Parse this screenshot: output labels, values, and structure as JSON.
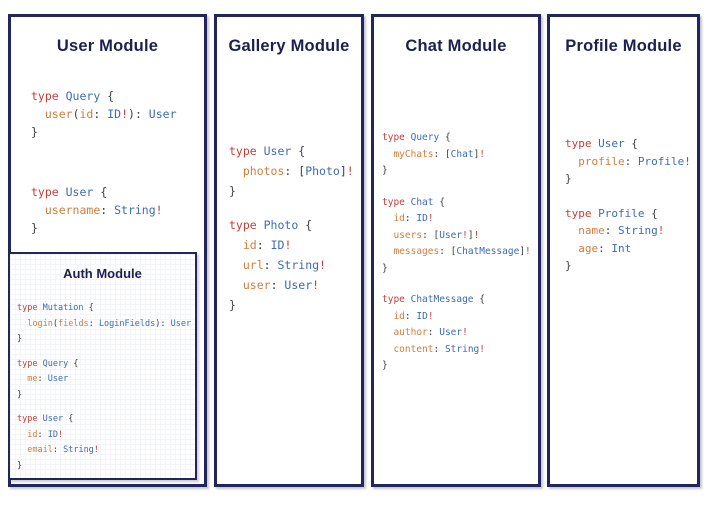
{
  "colors": {
    "border": "#23265a",
    "title": "#1c2050",
    "keyword": "#c0423c",
    "type_name": "#3d6dae",
    "field_name": "#ce7f3f",
    "punctuation": "#3f4147",
    "non_null_bang": "#c0423c"
  },
  "panels": [
    {
      "key": "user",
      "title": "User Module",
      "blocks": [
        [
          [
            [
              "kw",
              "type "
            ],
            [
              "typ",
              "Query "
            ],
            [
              "pln",
              "{"
            ]
          ],
          [
            [
              "pln",
              "  "
            ],
            [
              "fld",
              "user"
            ],
            [
              "pln",
              "("
            ],
            [
              "fld",
              "id"
            ],
            [
              "pln",
              ": "
            ],
            [
              "typ",
              "ID"
            ],
            [
              "bang",
              "!"
            ],
            [
              "pln",
              "): "
            ],
            [
              "typ",
              "User"
            ]
          ],
          [
            [
              "pln",
              "}"
            ]
          ]
        ],
        [
          [
            [
              "kw",
              "type "
            ],
            [
              "typ",
              "User "
            ],
            [
              "pln",
              "{"
            ]
          ],
          [
            [
              "pln",
              "  "
            ],
            [
              "fld",
              "username"
            ],
            [
              "pln",
              ": "
            ],
            [
              "typ",
              "String"
            ],
            [
              "bang",
              "!"
            ]
          ],
          [
            [
              "pln",
              "}"
            ]
          ]
        ]
      ]
    },
    {
      "key": "gallery",
      "title": "Gallery Module",
      "blocks": [
        [
          [
            [
              "kw",
              "type "
            ],
            [
              "typ",
              "User "
            ],
            [
              "pln",
              "{"
            ]
          ],
          [
            [
              "pln",
              "  "
            ],
            [
              "fld",
              "photos"
            ],
            [
              "pln",
              ": ["
            ],
            [
              "typ",
              "Photo"
            ],
            [
              "pln",
              "]"
            ],
            [
              "bang",
              "!"
            ]
          ],
          [
            [
              "pln",
              "}"
            ]
          ]
        ],
        [
          [
            [
              "kw",
              "type "
            ],
            [
              "typ",
              "Photo "
            ],
            [
              "pln",
              "{"
            ]
          ],
          [
            [
              "pln",
              "  "
            ],
            [
              "fld",
              "id"
            ],
            [
              "pln",
              ": "
            ],
            [
              "typ",
              "ID"
            ],
            [
              "bang",
              "!"
            ]
          ],
          [
            [
              "pln",
              "  "
            ],
            [
              "fld",
              "url"
            ],
            [
              "pln",
              ": "
            ],
            [
              "typ",
              "String"
            ],
            [
              "bang",
              "!"
            ]
          ],
          [
            [
              "pln",
              "  "
            ],
            [
              "fld",
              "user"
            ],
            [
              "pln",
              ": "
            ],
            [
              "typ",
              "User"
            ],
            [
              "bang",
              "!"
            ]
          ],
          [
            [
              "pln",
              "}"
            ]
          ]
        ]
      ]
    },
    {
      "key": "chat",
      "title": "Chat Module",
      "blocks": [
        [
          [
            [
              "kw",
              "type "
            ],
            [
              "typ",
              "Query "
            ],
            [
              "pln",
              "{"
            ]
          ],
          [
            [
              "pln",
              "  "
            ],
            [
              "fld",
              "myChats"
            ],
            [
              "pln",
              ": ["
            ],
            [
              "typ",
              "Chat"
            ],
            [
              "pln",
              "]"
            ],
            [
              "bang",
              "!"
            ]
          ],
          [
            [
              "pln",
              "}"
            ]
          ]
        ],
        [
          [
            [
              "kw",
              "type "
            ],
            [
              "typ",
              "Chat "
            ],
            [
              "pln",
              "{"
            ]
          ],
          [
            [
              "pln",
              "  "
            ],
            [
              "fld",
              "id"
            ],
            [
              "pln",
              ": "
            ],
            [
              "typ",
              "ID"
            ],
            [
              "bang",
              "!"
            ]
          ],
          [
            [
              "pln",
              "  "
            ],
            [
              "fld",
              "users"
            ],
            [
              "pln",
              ": ["
            ],
            [
              "typ",
              "User"
            ],
            [
              "bang",
              "!"
            ],
            [
              "pln",
              "]"
            ],
            [
              "bang",
              "!"
            ]
          ],
          [
            [
              "pln",
              "  "
            ],
            [
              "fld",
              "messages"
            ],
            [
              "pln",
              ": ["
            ],
            [
              "typ",
              "ChatMessage"
            ],
            [
              "pln",
              "]"
            ],
            [
              "bang",
              "!"
            ]
          ],
          [
            [
              "pln",
              "}"
            ]
          ]
        ],
        [
          [
            [
              "kw",
              "type "
            ],
            [
              "typ",
              "ChatMessage "
            ],
            [
              "pln",
              "{"
            ]
          ],
          [
            [
              "pln",
              "  "
            ],
            [
              "fld",
              "id"
            ],
            [
              "pln",
              ": "
            ],
            [
              "typ",
              "ID"
            ],
            [
              "bang",
              "!"
            ]
          ],
          [
            [
              "pln",
              "  "
            ],
            [
              "fld",
              "author"
            ],
            [
              "pln",
              ": "
            ],
            [
              "typ",
              "User"
            ],
            [
              "bang",
              "!"
            ]
          ],
          [
            [
              "pln",
              "  "
            ],
            [
              "fld",
              "content"
            ],
            [
              "pln",
              ": "
            ],
            [
              "typ",
              "String"
            ],
            [
              "bang",
              "!"
            ]
          ],
          [
            [
              "pln",
              "}"
            ]
          ]
        ]
      ]
    },
    {
      "key": "profile",
      "title": "Profile Module",
      "blocks": [
        [
          [
            [
              "kw",
              "type "
            ],
            [
              "typ",
              "User "
            ],
            [
              "pln",
              "{"
            ]
          ],
          [
            [
              "pln",
              "  "
            ],
            [
              "fld",
              "profile"
            ],
            [
              "pln",
              ": "
            ],
            [
              "typ",
              "Profile"
            ],
            [
              "bang",
              "!"
            ]
          ],
          [
            [
              "pln",
              "}"
            ]
          ]
        ],
        [
          [
            [
              "kw",
              "type "
            ],
            [
              "typ",
              "Profile "
            ],
            [
              "pln",
              "{"
            ]
          ],
          [
            [
              "pln",
              "  "
            ],
            [
              "fld",
              "name"
            ],
            [
              "pln",
              ": "
            ],
            [
              "typ",
              "String"
            ],
            [
              "bang",
              "!"
            ]
          ],
          [
            [
              "pln",
              "  "
            ],
            [
              "fld",
              "age"
            ],
            [
              "pln",
              ": "
            ],
            [
              "typ",
              "Int"
            ]
          ],
          [
            [
              "pln",
              "}"
            ]
          ]
        ]
      ]
    }
  ],
  "auth_panel": {
    "title": "Auth Module",
    "blocks": [
      [
        [
          [
            "kw",
            "type "
          ],
          [
            "typ",
            "Mutation "
          ],
          [
            "pln",
            "{"
          ]
        ],
        [
          [
            "pln",
            "  "
          ],
          [
            "fld",
            "login"
          ],
          [
            "pln",
            "("
          ],
          [
            "fld",
            "fields"
          ],
          [
            "pln",
            ": "
          ],
          [
            "typ",
            "LoginFields"
          ],
          [
            "pln",
            "): "
          ],
          [
            "typ",
            "User"
          ]
        ],
        [
          [
            "pln",
            "}"
          ]
        ]
      ],
      [
        [
          [
            "kw",
            "type "
          ],
          [
            "typ",
            "Query "
          ],
          [
            "pln",
            "{"
          ]
        ],
        [
          [
            "pln",
            "  "
          ],
          [
            "fld",
            "me"
          ],
          [
            "pln",
            ": "
          ],
          [
            "typ",
            "User"
          ]
        ],
        [
          [
            "pln",
            "}"
          ]
        ]
      ],
      [
        [
          [
            "kw",
            "type "
          ],
          [
            "typ",
            "User "
          ],
          [
            "pln",
            "{"
          ]
        ],
        [
          [
            "pln",
            "  "
          ],
          [
            "fld",
            "id"
          ],
          [
            "pln",
            ": "
          ],
          [
            "typ",
            "ID"
          ],
          [
            "bang",
            "!"
          ]
        ],
        [
          [
            "pln",
            "  "
          ],
          [
            "fld",
            "email"
          ],
          [
            "pln",
            ": "
          ],
          [
            "typ",
            "String"
          ],
          [
            "bang",
            "!"
          ]
        ],
        [
          [
            "pln",
            "}"
          ]
        ]
      ]
    ]
  }
}
